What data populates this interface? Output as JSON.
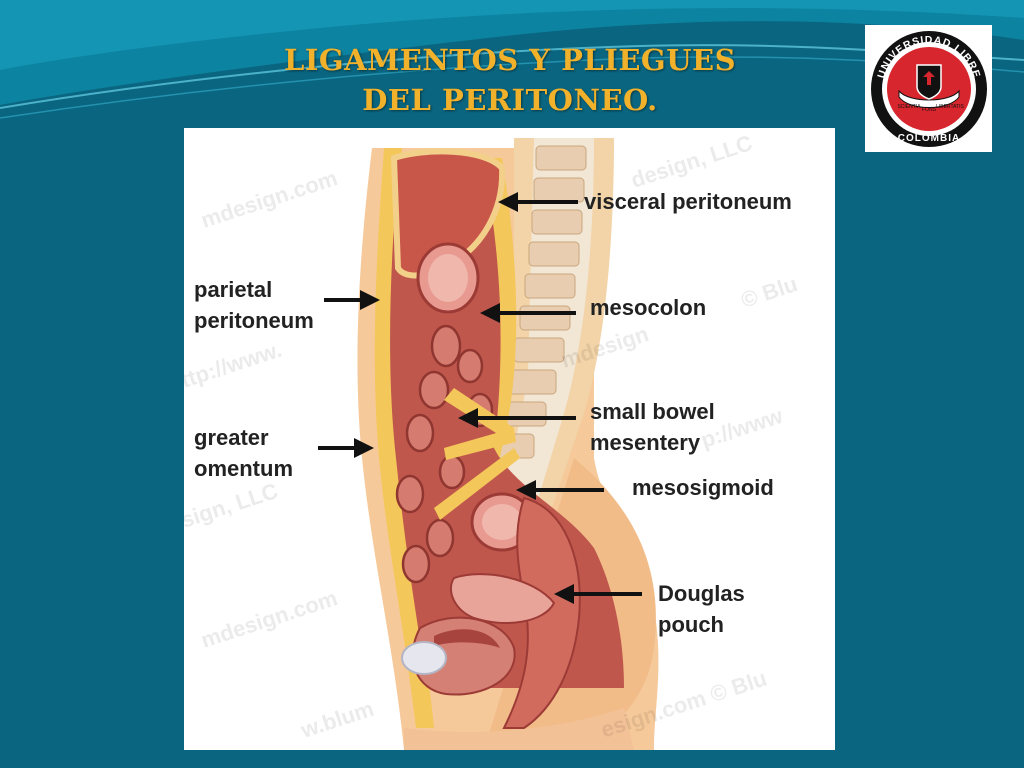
{
  "slide": {
    "title_line1": "LIGAMENTOS Y PLIEGUES",
    "title_line2": "DEL PERITONEO."
  },
  "logo": {
    "top_text": "UNIVERSIDAD LIBRE",
    "bottom_text": "COLOMBIA",
    "left_ribbon": "SCIENTIA",
    "center_ribbon": "FONS",
    "right_ribbon": "LIBERTATIS"
  },
  "figure": {
    "labels": {
      "visceral": "visceral peritoneum",
      "parietal_line1": "parietal",
      "parietal_line2": "peritoneum",
      "mesocolon": "mesocolon",
      "small_bowel_line1": "small bowel",
      "small_bowel_line2": "mesentery",
      "greater_line1": "greater",
      "greater_line2": "omentum",
      "mesosigmoid": "mesosigmoid",
      "douglas_line1": "Douglas",
      "douglas_line2": "pouch"
    },
    "watermarks": [
      "mdesign.com",
      "design, LLC",
      "© Blu",
      "ttp://www.",
      "mdesign",
      "p://www",
      "sign, LLC",
      "mdesign.com",
      "w.blum",
      "esign.com © Blu"
    ]
  },
  "colors": {
    "background": "#0a6680",
    "title": "#f2b12a",
    "logo_red": "#d7262e",
    "tissue": "#c8574a"
  }
}
